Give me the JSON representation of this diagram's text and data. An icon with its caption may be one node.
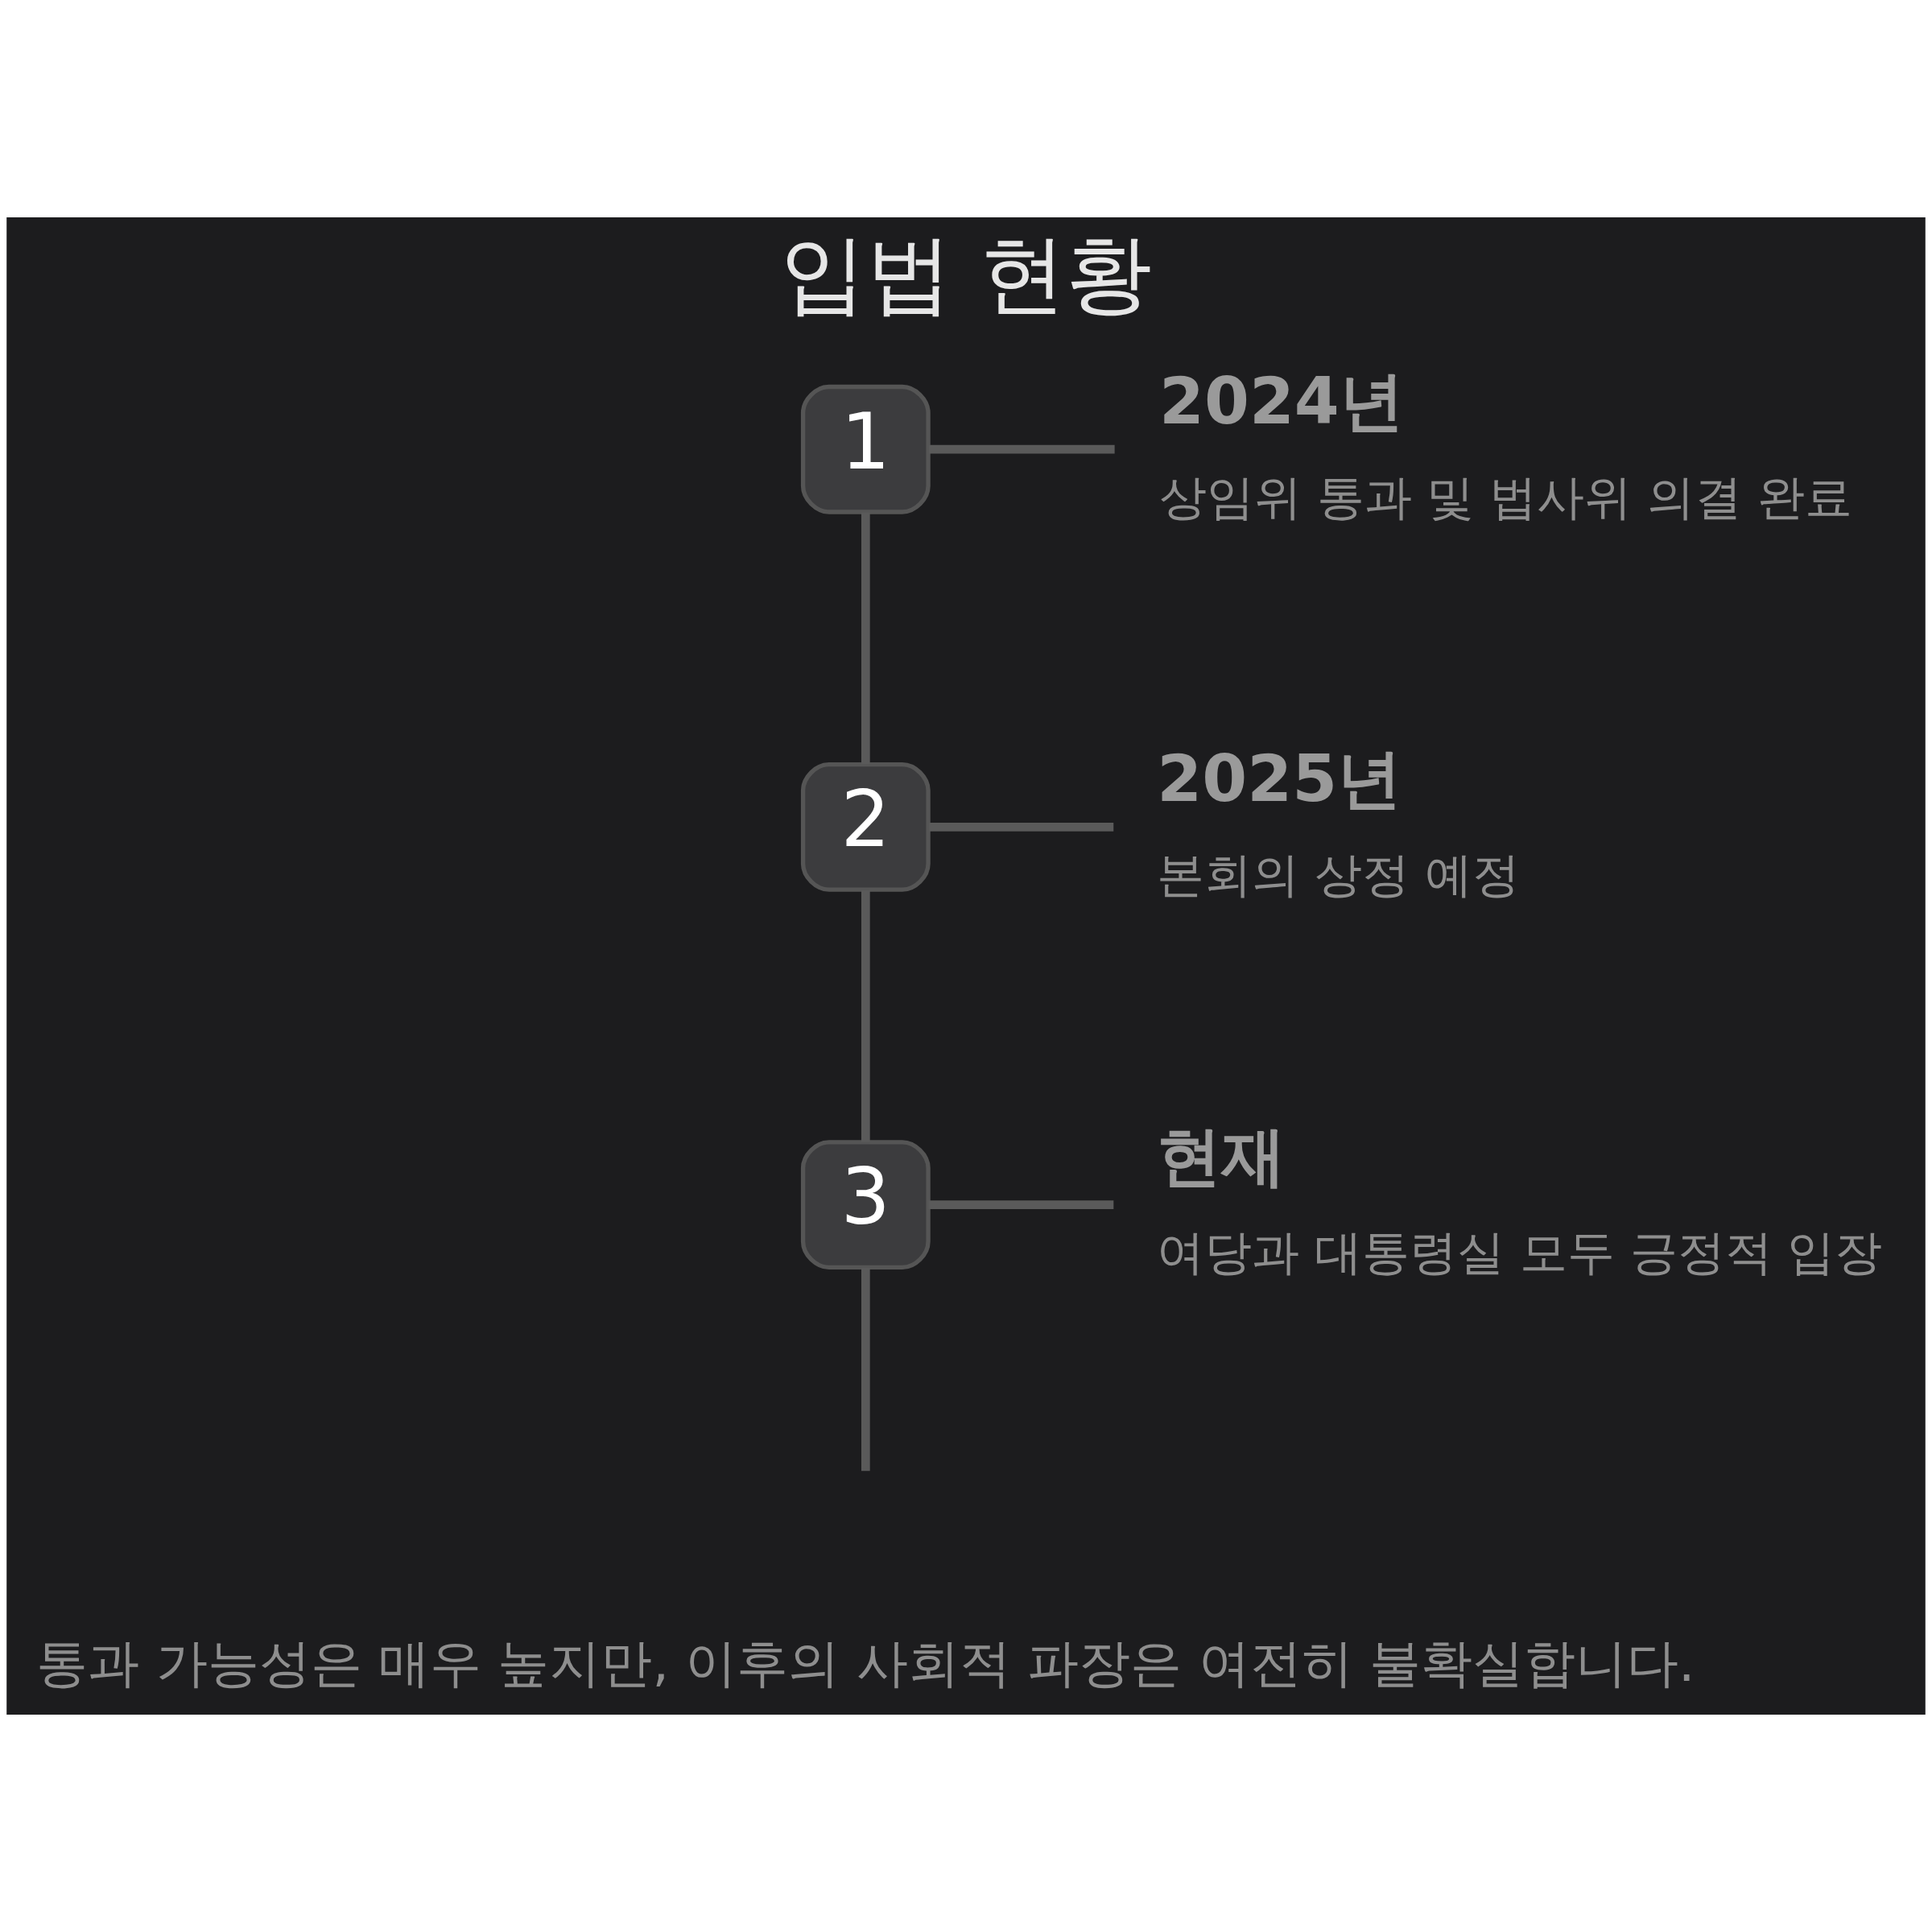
{
  "diagram": {
    "title": "입법 현황",
    "nodes": [
      {
        "text": [
          "1"
        ]
      },
      {
        "text": [
          "2024년",
          "상임위 통과 및 법사위 의결 완료"
        ]
      },
      {
        "text": [
          "2"
        ]
      },
      {
        "text": [
          "2025년",
          "본회의 상정 예정"
        ]
      },
      {
        "text": [
          "3"
        ]
      },
      {
        "text": [
          "현재",
          "여당과 대통령실 모두 긍정적 입장"
        ]
      }
    ],
    "edges": [
      {
        "from": 0,
        "to": 1,
        "arrow": "none"
      },
      {
        "from": 0,
        "to": 2,
        "arrow": "none"
      },
      {
        "from": 2,
        "to": 3,
        "arrow": "none"
      },
      {
        "from": 2,
        "to": 4,
        "arrow": "none"
      },
      {
        "from": 4,
        "to": 5,
        "arrow": "none"
      },
      {
        "from": 4,
        "to": null,
        "arrow": "none"
      }
    ],
    "labels": [
      "통과 가능성은 매우 높지만, 이후의 사회적 파장은 여전히 불확실합니다."
    ]
  }
}
